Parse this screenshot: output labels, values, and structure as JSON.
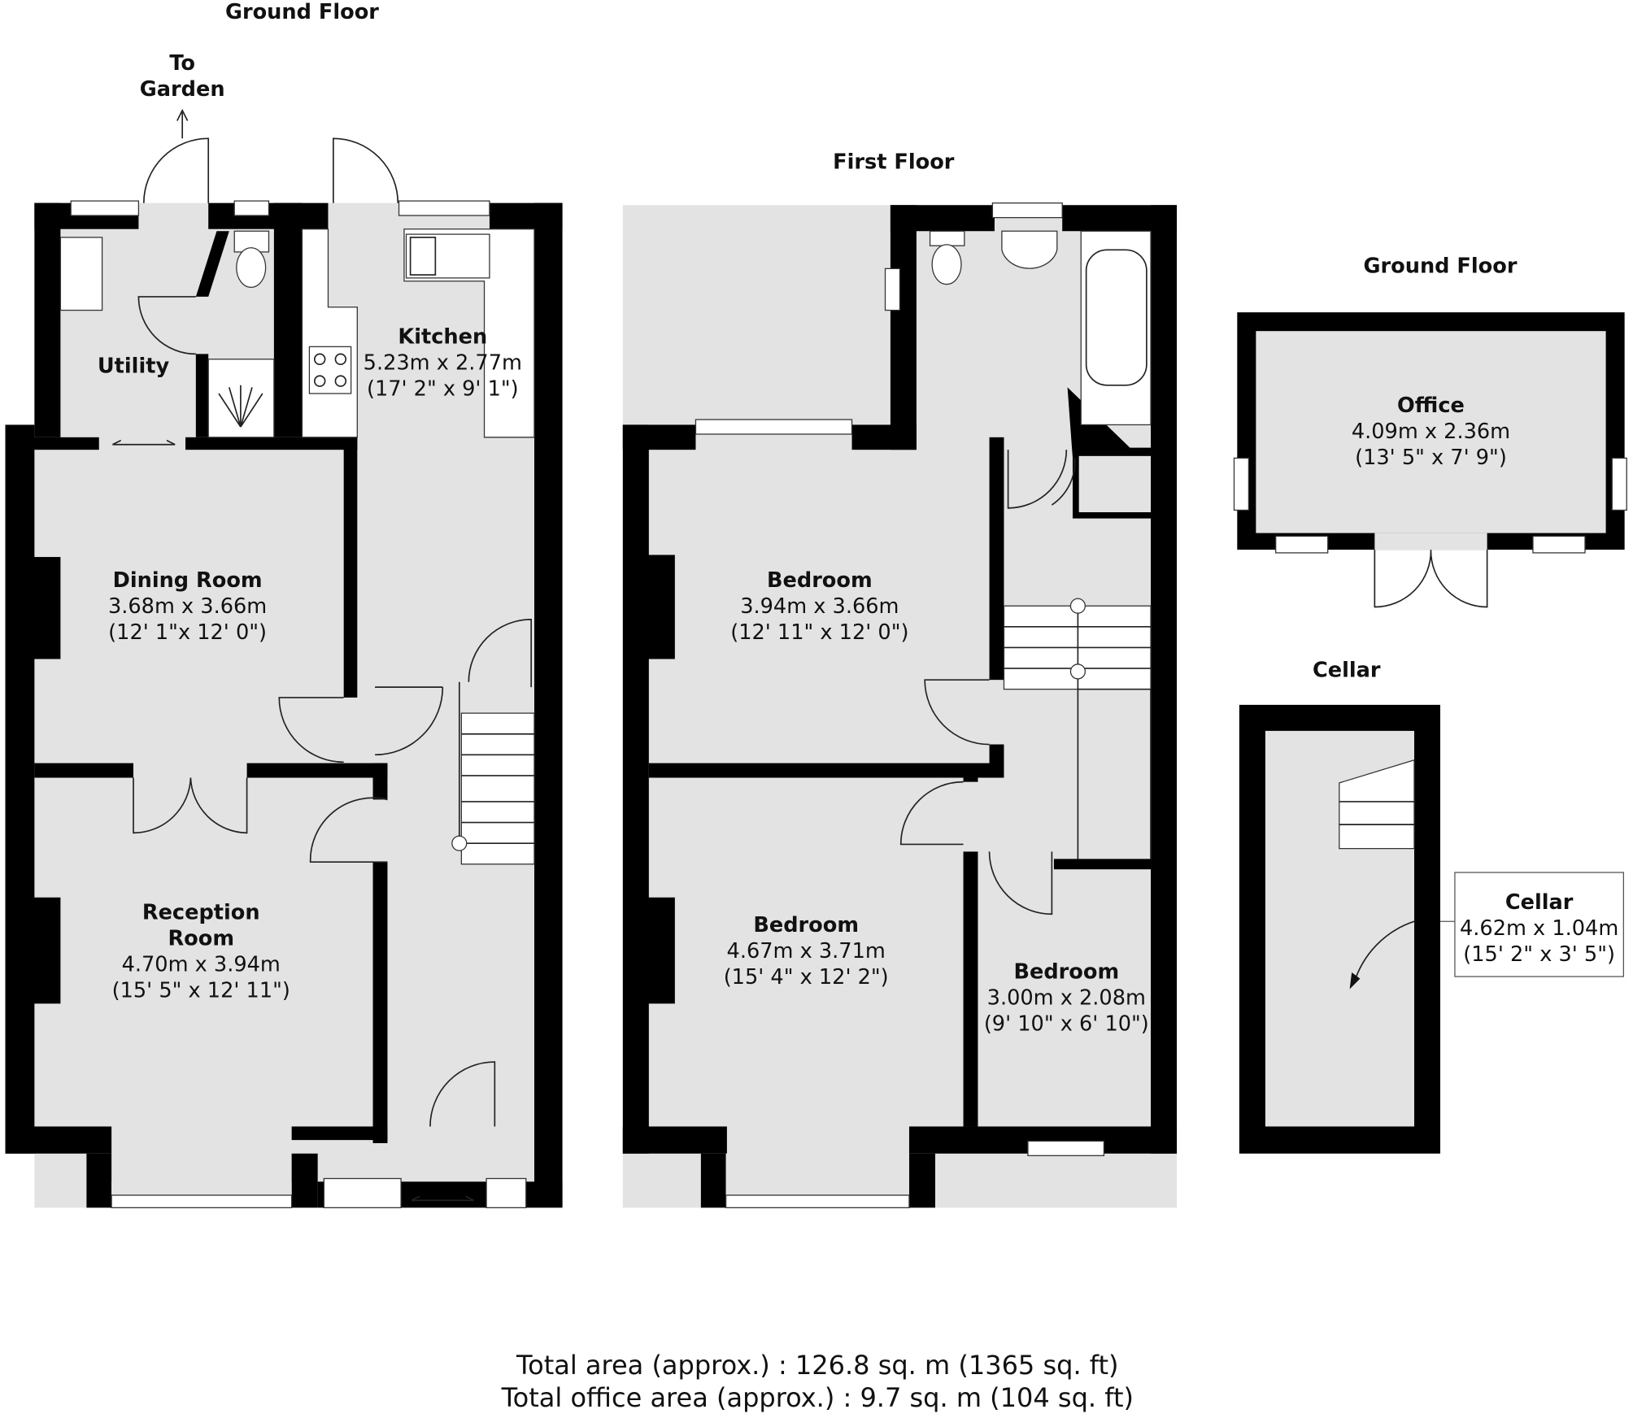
{
  "titles": {
    "ground_floor": "Ground Floor",
    "first_floor": "First Floor",
    "office_ground_floor": "Ground Floor",
    "cellar": "Cellar"
  },
  "annotations": {
    "to_garden_line1": "To",
    "to_garden_line2": "Garden"
  },
  "rooms": {
    "kitchen": {
      "name": "Kitchen",
      "metric": "5.23m x 2.77m",
      "imperial": "(17' 2\" x 9' 1\")"
    },
    "utility": {
      "name": "Utility"
    },
    "dining": {
      "name": "Dining Room",
      "metric": "3.68m x 3.66m",
      "imperial": "(12' 1\"x 12' 0\")"
    },
    "reception": {
      "name_line1": "Reception",
      "name_line2": "Room",
      "metric": "4.70m x 3.94m",
      "imperial": "(15' 5\" x 12' 11\")"
    },
    "bedroom1": {
      "name": "Bedroom",
      "metric": "3.94m x 3.66m",
      "imperial": "(12' 11\" x 12' 0\")"
    },
    "bedroom2": {
      "name": "Bedroom",
      "metric": "4.67m x 3.71m",
      "imperial": "(15' 4\" x 12' 2\")"
    },
    "bedroom3": {
      "name": "Bedroom",
      "metric": "3.00m x 2.08m",
      "imperial": "(9' 10\" x 6' 10\")"
    },
    "office": {
      "name": "Office",
      "metric": "4.09m x 2.36m",
      "imperial": "(13' 5\" x 7' 9\")"
    },
    "cellar": {
      "name": "Cellar",
      "metric": "4.62m x 1.04m",
      "imperial": "(15' 2\" x 3' 5\")"
    }
  },
  "totals": {
    "total_area": "Total area (approx.) : 126.8 sq. m (1365 sq. ft)",
    "office_area": "Total office area (approx.) : 9.7 sq. m (104 sq. ft)"
  }
}
